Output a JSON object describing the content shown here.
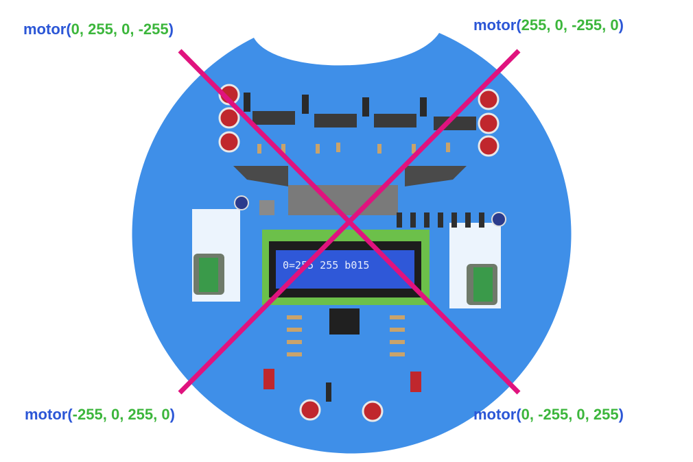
{
  "labels": {
    "top_left": {
      "fn": "motor",
      "args": [
        "0",
        "255",
        "0",
        "-255"
      ]
    },
    "top_right": {
      "fn": "motor",
      "args": [
        "255",
        "0",
        "-255",
        "0"
      ]
    },
    "bottom_left": {
      "fn": "motor",
      "args": [
        "-255",
        "0",
        "255",
        "0"
      ]
    },
    "bottom_right": {
      "fn": "motor",
      "args": [
        "0",
        "-255",
        "0",
        "255"
      ]
    }
  },
  "lcd": {
    "text": "0=255 255 b015"
  },
  "colors": {
    "board": "#3f8fe8",
    "cross": "#e0137e",
    "label_fn": "#2b56d6",
    "label_num": "#3cb63c",
    "lcd_bezel": "#6cc04a",
    "lcd_screen": "#2f58d8"
  }
}
